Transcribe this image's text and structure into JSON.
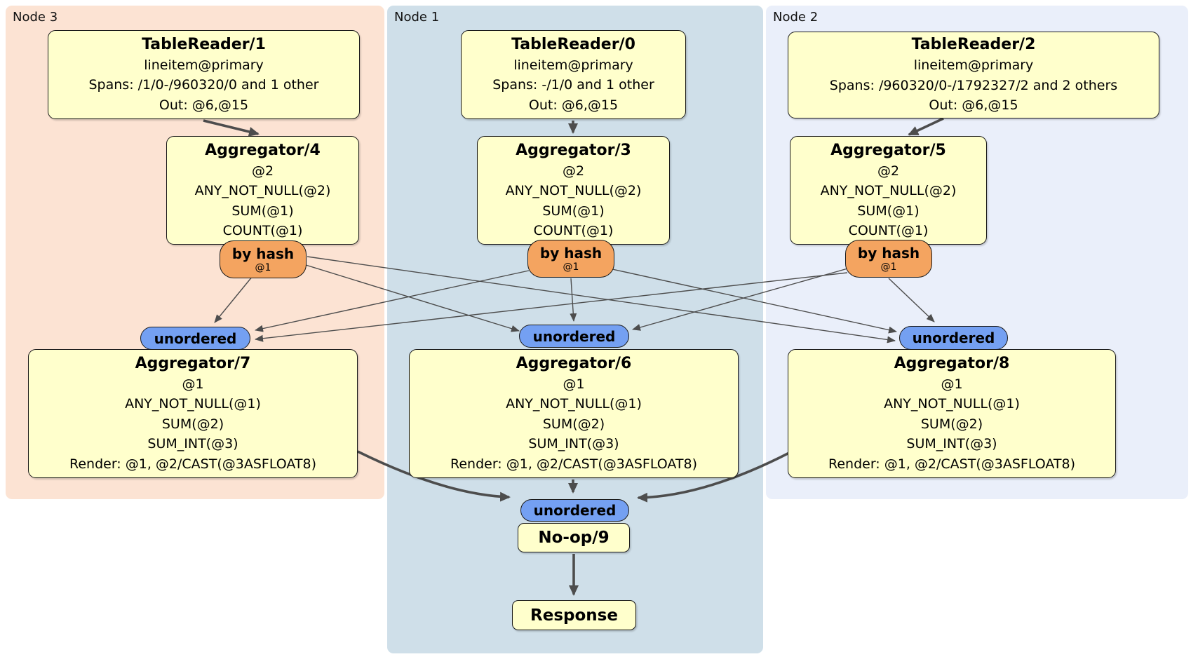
{
  "regions": {
    "node3": {
      "label": "Node 3",
      "color": "#fce3d3"
    },
    "node1": {
      "label": "Node 1",
      "color": "#cfdfe9"
    },
    "node2": {
      "label": "Node 2",
      "color": "#eaeffa"
    }
  },
  "processors": {
    "tr1": {
      "title": "TableReader/1",
      "lines": [
        "lineitem@primary",
        "Spans: /1/0-/960320/0 and 1 other",
        "Out: @6,@15"
      ]
    },
    "tr0": {
      "title": "TableReader/0",
      "lines": [
        "lineitem@primary",
        "Spans: -/1/0 and 1 other",
        "Out: @6,@15"
      ]
    },
    "tr2": {
      "title": "TableReader/2",
      "lines": [
        "lineitem@primary",
        "Spans: /960320/0-/1792327/2 and 2 others",
        "Out: @6,@15"
      ]
    },
    "agg4": {
      "title": "Aggregator/4",
      "lines": [
        "@2",
        "ANY_NOT_NULL(@2)",
        "SUM(@1)",
        "COUNT(@1)"
      ]
    },
    "agg3": {
      "title": "Aggregator/3",
      "lines": [
        "@2",
        "ANY_NOT_NULL(@2)",
        "SUM(@1)",
        "COUNT(@1)"
      ]
    },
    "agg5": {
      "title": "Aggregator/5",
      "lines": [
        "@2",
        "ANY_NOT_NULL(@2)",
        "SUM(@1)",
        "COUNT(@1)"
      ]
    },
    "agg7": {
      "title": "Aggregator/7",
      "lines": [
        "@1",
        "ANY_NOT_NULL(@1)",
        "SUM(@2)",
        "SUM_INT(@3)",
        "Render: @1, @2/CAST(@3ASFLOAT8)"
      ]
    },
    "agg6": {
      "title": "Aggregator/6",
      "lines": [
        "@1",
        "ANY_NOT_NULL(@1)",
        "SUM(@2)",
        "SUM_INT(@3)",
        "Render: @1, @2/CAST(@3ASFLOAT8)"
      ]
    },
    "agg8": {
      "title": "Aggregator/8",
      "lines": [
        "@1",
        "ANY_NOT_NULL(@1)",
        "SUM(@2)",
        "SUM_INT(@3)",
        "Render: @1, @2/CAST(@3ASFLOAT8)"
      ]
    },
    "noop9": {
      "title": "No-op/9"
    },
    "response": {
      "title": "Response"
    }
  },
  "routers": {
    "by_hash": {
      "label": "by hash",
      "sub": "@1"
    },
    "unordered": {
      "label": "unordered"
    }
  },
  "colors": {
    "box_fill": "#ffffcc",
    "router_fill": "#f4a460",
    "stream_fill": "#74a0f2",
    "edge": "#4d4d4d",
    "region_node3": "#fce3d3",
    "region_node1": "#cfdfe9",
    "region_node2": "#eaeffa"
  }
}
